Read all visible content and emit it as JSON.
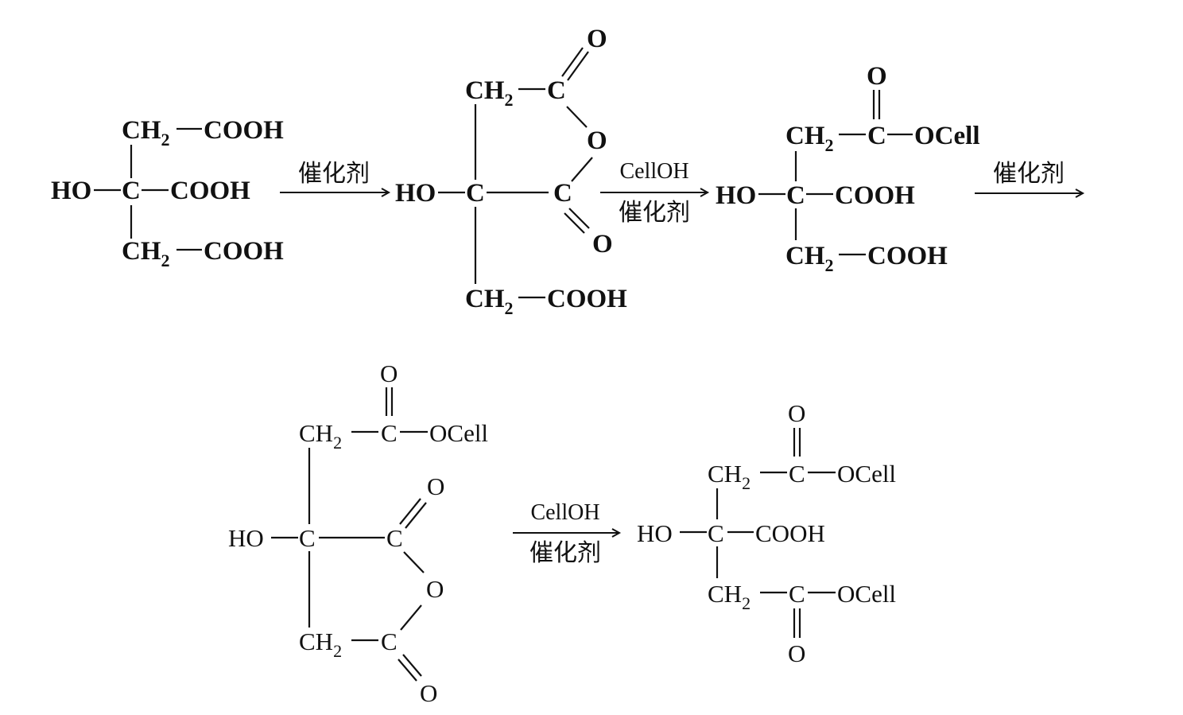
{
  "groups": {
    "ch2": "CH",
    "ch2_sub": "2",
    "cooh": "COOH",
    "ho": "HO",
    "c": "C",
    "o": "O",
    "ocell": "OCell"
  },
  "reagents": {
    "catalyst": "催化剂",
    "cellulose": "CellOH"
  }
}
